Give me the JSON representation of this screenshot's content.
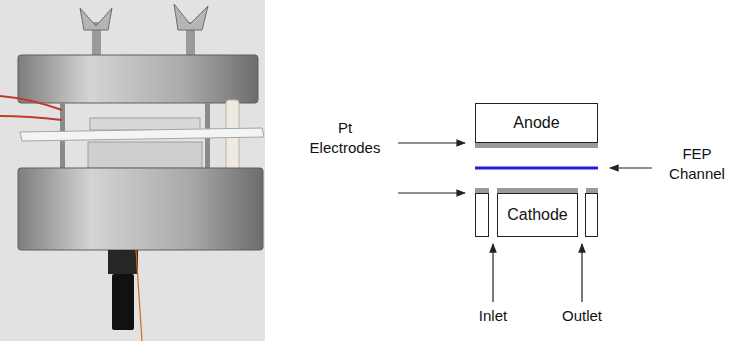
{
  "diagram": {
    "nodes": [
      {
        "text": [
          "Anode"
        ]
      },
      {
        "text": [
          "Cathode"
        ]
      }
    ],
    "labels": [
      "Pt Electrodes",
      "FEP Channel",
      "Inlet",
      "Outlet"
    ]
  }
}
